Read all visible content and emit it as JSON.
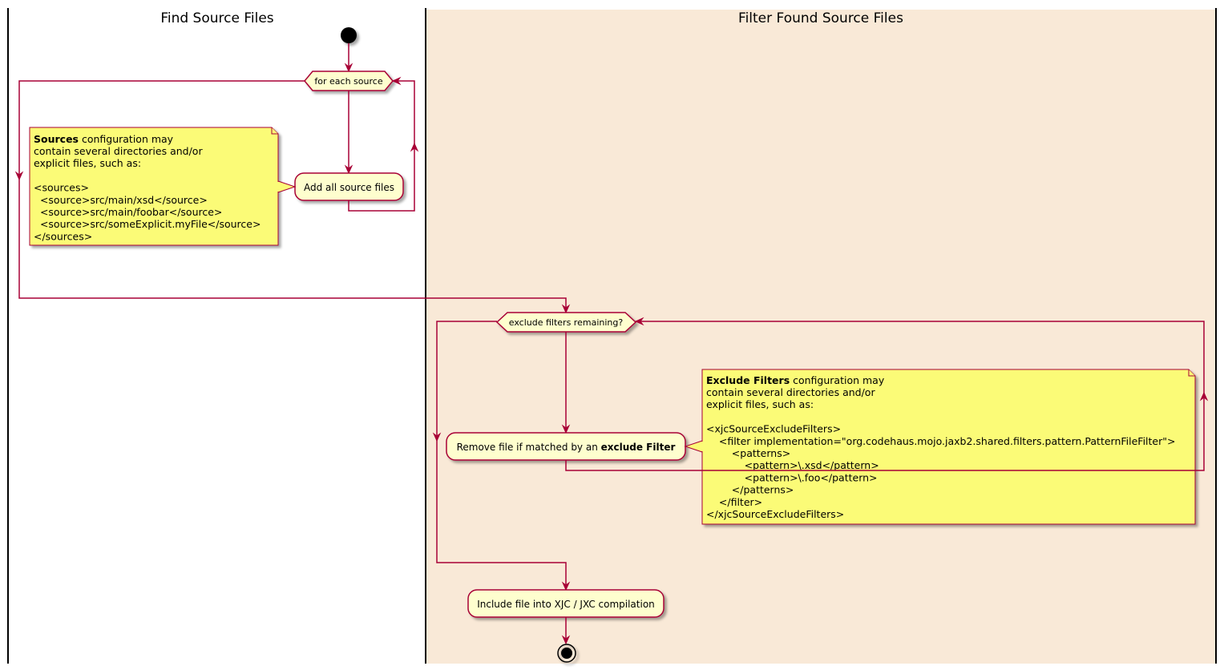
{
  "swimlanes": {
    "find": {
      "title": "Find Source Files",
      "color": "#ffffff"
    },
    "filter": {
      "title": "Filter Found Source Files",
      "color": "#f9e9d7"
    }
  },
  "flow": {
    "loop1_condition": "for each source",
    "add_activity": "Add all source files",
    "loop2_condition": "exclude filters remaining?",
    "remove_activity": {
      "prefix": "Remove file if matched by an ",
      "bold": "exclude Filter"
    },
    "include_activity": "Include file into XJC / JXC compilation"
  },
  "notes": {
    "sources": {
      "title_bold": "Sources",
      "title_rest": " configuration may",
      "lines": [
        "contain several directories and/or",
        "explicit files, such as:",
        "",
        "<sources>",
        "  <source>src/main/xsd</source>",
        "  <source>src/main/foobar</source>",
        "  <source>src/someExplicit.myFile</source>",
        "</sources>"
      ]
    },
    "exclude": {
      "title_bold": "Exclude Filters",
      "title_rest": " configuration may",
      "lines": [
        "contain several directories and/or",
        "explicit files, such as:",
        "",
        "<xjcSourceExcludeFilters>",
        "    <filter implementation=\"org.codehaus.mojo.jaxb2.shared.filters.pattern.PatternFileFilter\">",
        "        <patterns>",
        "            <pattern>\\.xsd</pattern>",
        "            <pattern>\\.foo</pattern>",
        "        </patterns>",
        "    </filter>",
        "</xjcSourceExcludeFilters>"
      ]
    }
  },
  "colors": {
    "accent": "#a80036",
    "activity_fill": "#fefece",
    "note_fill": "#fbfb77"
  }
}
